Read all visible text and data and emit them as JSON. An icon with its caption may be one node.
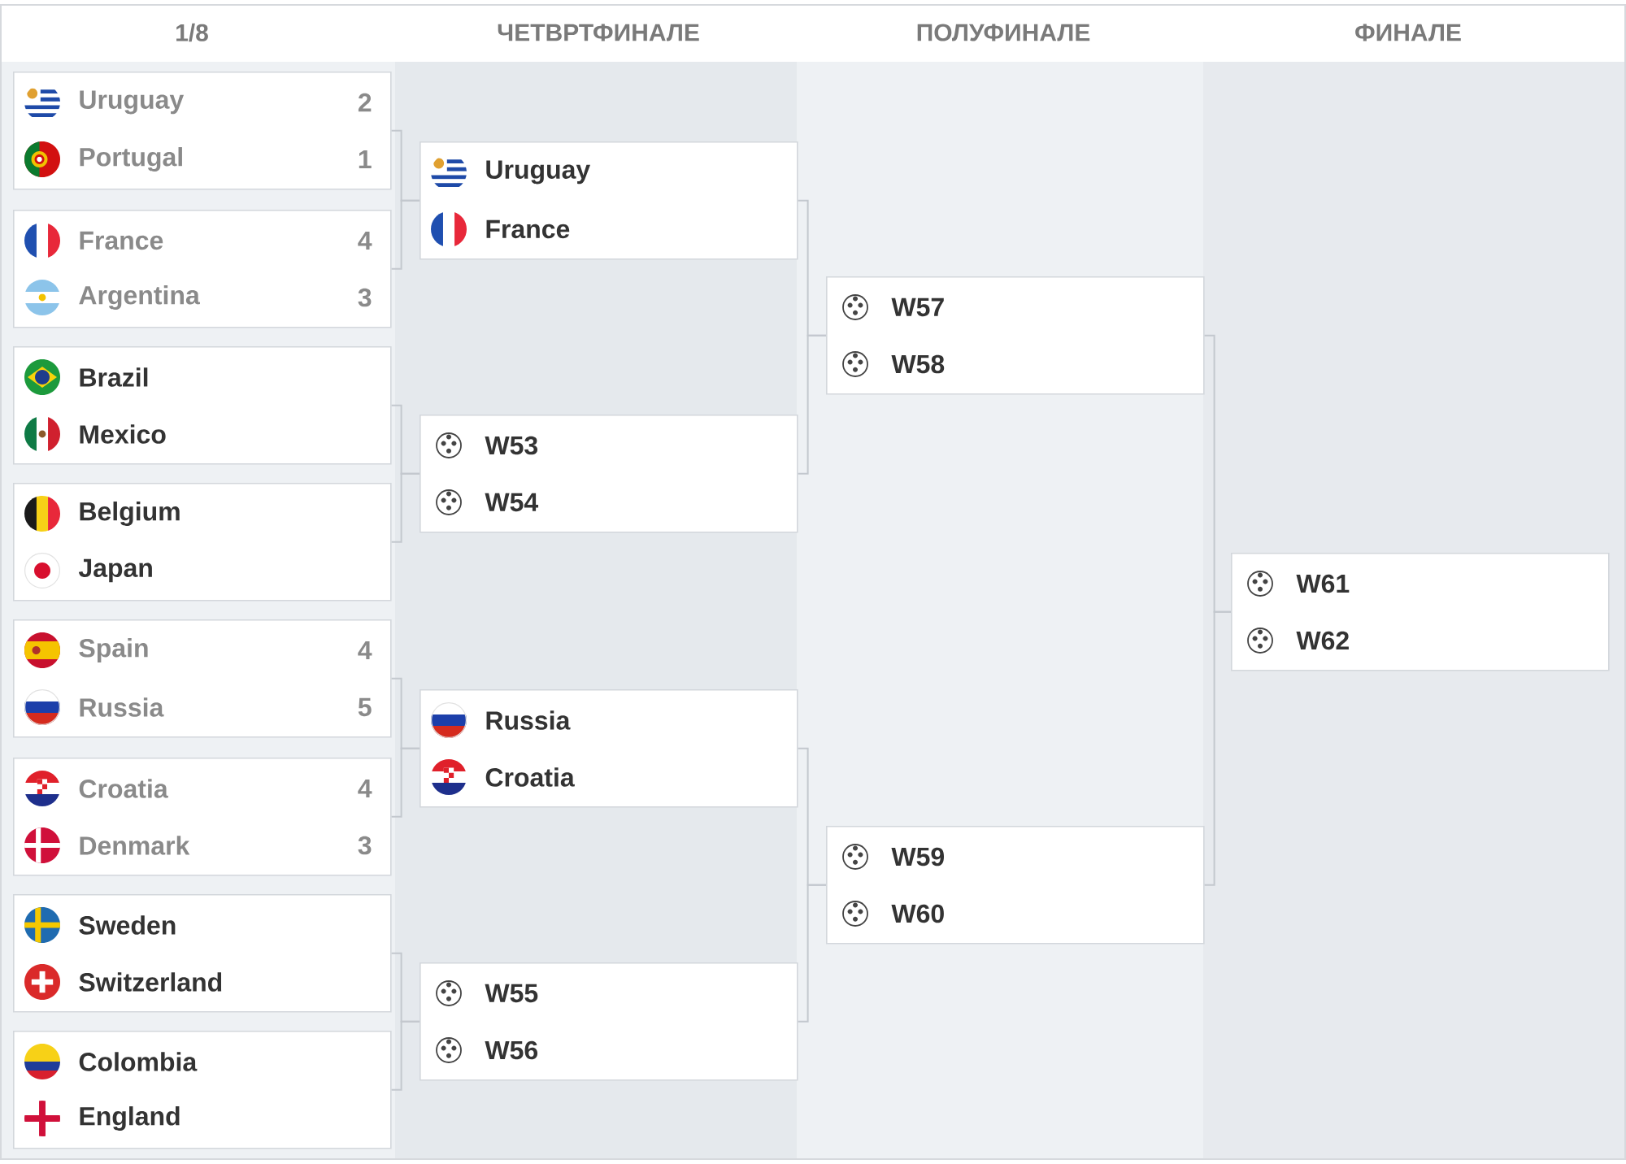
{
  "diagram": {
    "nodes": [
      {
        "text": [
          "Uruguay",
          "2",
          "Portugal",
          "1"
        ]
      },
      {
        "text": [
          "France",
          "4",
          "Argentina",
          "3"
        ]
      },
      {
        "text": [
          "Brazil",
          "Mexico"
        ]
      },
      {
        "text": [
          "Belgium",
          "Japan"
        ]
      },
      {
        "text": [
          "Spain",
          "4",
          "Russia",
          "5"
        ]
      },
      {
        "text": [
          "Croatia",
          "4",
          "Denmark",
          "3"
        ]
      },
      {
        "text": [
          "Sweden",
          "Switzerland"
        ]
      },
      {
        "text": [
          "Colombia",
          "England"
        ]
      },
      {
        "text": [
          "Uruguay",
          "France"
        ]
      },
      {
        "text": [
          "W53",
          "W54"
        ]
      },
      {
        "text": [
          "Russia",
          "Croatia"
        ]
      },
      {
        "text": [
          "W55",
          "W56"
        ]
      },
      {
        "text": [
          "W57",
          "W58"
        ]
      },
      {
        "text": [
          "W59",
          "W60"
        ]
      },
      {
        "text": [
          "W61",
          "W62"
        ]
      }
    ],
    "edges": [
      {
        "from": 0,
        "to": 8,
        "arrow": "none"
      },
      {
        "from": 1,
        "to": 8,
        "arrow": "none"
      },
      {
        "from": 2,
        "to": 9,
        "arrow": "none"
      },
      {
        "from": 3,
        "to": 9,
        "arrow": "none"
      },
      {
        "from": 4,
        "to": 10,
        "arrow": "none"
      },
      {
        "from": 5,
        "to": 10,
        "arrow": "none"
      },
      {
        "from": 6,
        "to": 11,
        "arrow": "none"
      },
      {
        "from": 7,
        "to": 11,
        "arrow": "none"
      },
      {
        "from": 8,
        "to": 12,
        "arrow": "none"
      },
      {
        "from": 9,
        "to": 12,
        "arrow": "none"
      },
      {
        "from": 10,
        "to": 13,
        "arrow": "none"
      },
      {
        "from": 11,
        "to": 13,
        "arrow": "none"
      },
      {
        "from": 12,
        "to": 14,
        "arrow": "none"
      },
      {
        "from": 13,
        "to": 14,
        "arrow": "none"
      }
    ],
    "labels": [
      "1/8",
      "ЧЕТВРТФИНАЛЕ",
      "ПОЛУФИНАЛЕ",
      "ФИНАЛЕ"
    ]
  }
}
